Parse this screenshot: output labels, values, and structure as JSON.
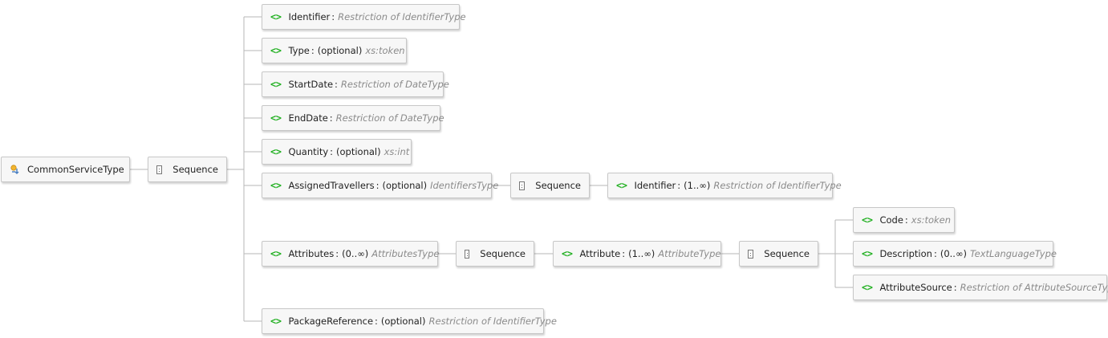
{
  "root": {
    "name": "CommonServiceType",
    "icon": "complex-type-icon"
  },
  "root_sequence": {
    "label": "Sequence",
    "icon": "sequence-icon"
  },
  "elements": [
    {
      "id": "identifier",
      "name": "Identifier",
      "cardinality": "",
      "type": "Restriction of IdentifierType"
    },
    {
      "id": "type",
      "name": "Type",
      "cardinality": "(optional)",
      "type": "xs:token"
    },
    {
      "id": "startdate",
      "name": "StartDate",
      "cardinality": "",
      "type": "Restriction of DateType"
    },
    {
      "id": "enddate",
      "name": "EndDate",
      "cardinality": "",
      "type": "Restriction of DateType"
    },
    {
      "id": "quantity",
      "name": "Quantity",
      "cardinality": "(optional)",
      "type": "xs:int"
    },
    {
      "id": "assignedtravellers",
      "name": "AssignedTravellers",
      "cardinality": "(optional)",
      "type": "IdentifiersType"
    },
    {
      "id": "attributes",
      "name": "Attributes",
      "cardinality": "(0..∞)",
      "type": "AttributesType"
    },
    {
      "id": "packagereference",
      "name": "PackageReference",
      "cardinality": "(optional)",
      "type": "Restriction of IdentifierType"
    }
  ],
  "assigned_travellers_sequence": {
    "label": "Sequence"
  },
  "assigned_travellers_identifier": {
    "name": "Identifier",
    "cardinality": "(1..∞)",
    "type": "Restriction of IdentifierType"
  },
  "attributes_sequence": {
    "label": "Sequence"
  },
  "attribute": {
    "name": "Attribute",
    "cardinality": "(1..∞)",
    "type": "AttributeType"
  },
  "attribute_sequence": {
    "label": "Sequence"
  },
  "attribute_children": [
    {
      "id": "code",
      "name": "Code",
      "cardinality": "",
      "type": "xs:token"
    },
    {
      "id": "description",
      "name": "Description",
      "cardinality": "(0..∞)",
      "type": "TextLanguageType"
    },
    {
      "id": "attributesource",
      "name": "AttributeSource",
      "cardinality": "",
      "type": "Restriction of AttributeSourceType"
    }
  ],
  "colors": {
    "element_icon": "#22b022",
    "type_text": "#8a8a8a",
    "connector": "#b7b7b7",
    "node_fill": "#f7f7f7",
    "node_border": "#c7c7c7"
  }
}
